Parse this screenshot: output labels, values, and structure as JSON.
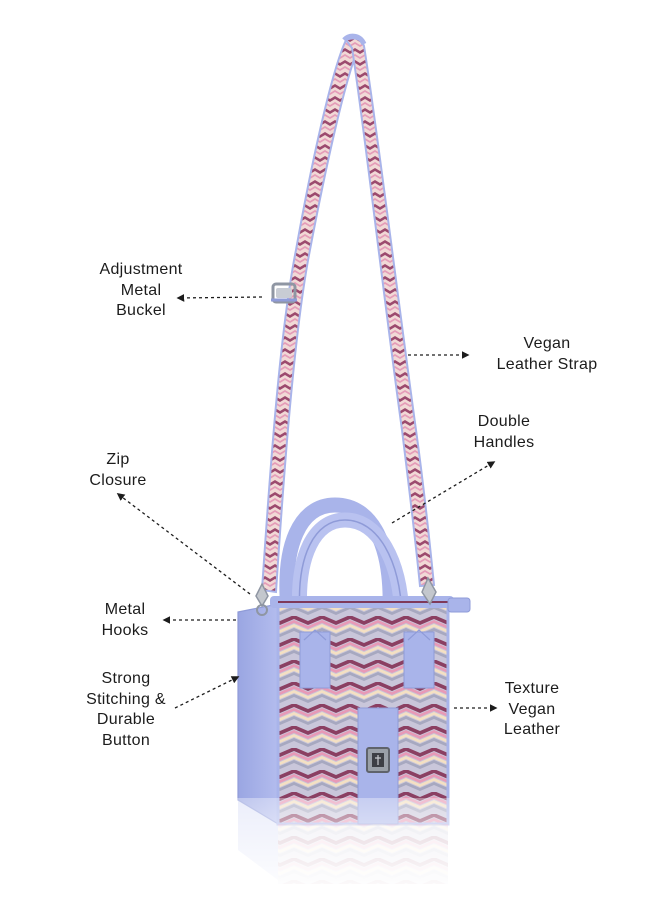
{
  "colors": {
    "lavender": "#a9b4ea",
    "lavender_dark": "#8f9bd8",
    "chevron_pink": "#e79ab7",
    "chevron_plum": "#8b3f62",
    "chevron_cream": "#f4e0c3",
    "chevron_grey": "#a7a8c0",
    "hardware": "#9aa0a8",
    "text": "#1c1c1c"
  },
  "callouts": {
    "adjustment_buckle": {
      "lines": [
        "Adjustment",
        "Metal",
        "Buckel"
      ]
    },
    "vegan_strap": {
      "lines": [
        "Vegan",
        "Leather Strap"
      ]
    },
    "double_handles": {
      "lines": [
        "Double",
        "Handles"
      ]
    },
    "zip_closure": {
      "lines": [
        "Zip",
        "Closure"
      ]
    },
    "metal_hooks": {
      "lines": [
        "Metal",
        "Hooks"
      ]
    },
    "stitching_button": {
      "lines": [
        "Strong",
        "Stitching &",
        "Durable",
        "Button"
      ]
    },
    "texture_leather": {
      "lines": [
        "Texture",
        "Vegan",
        "Leather"
      ]
    }
  }
}
